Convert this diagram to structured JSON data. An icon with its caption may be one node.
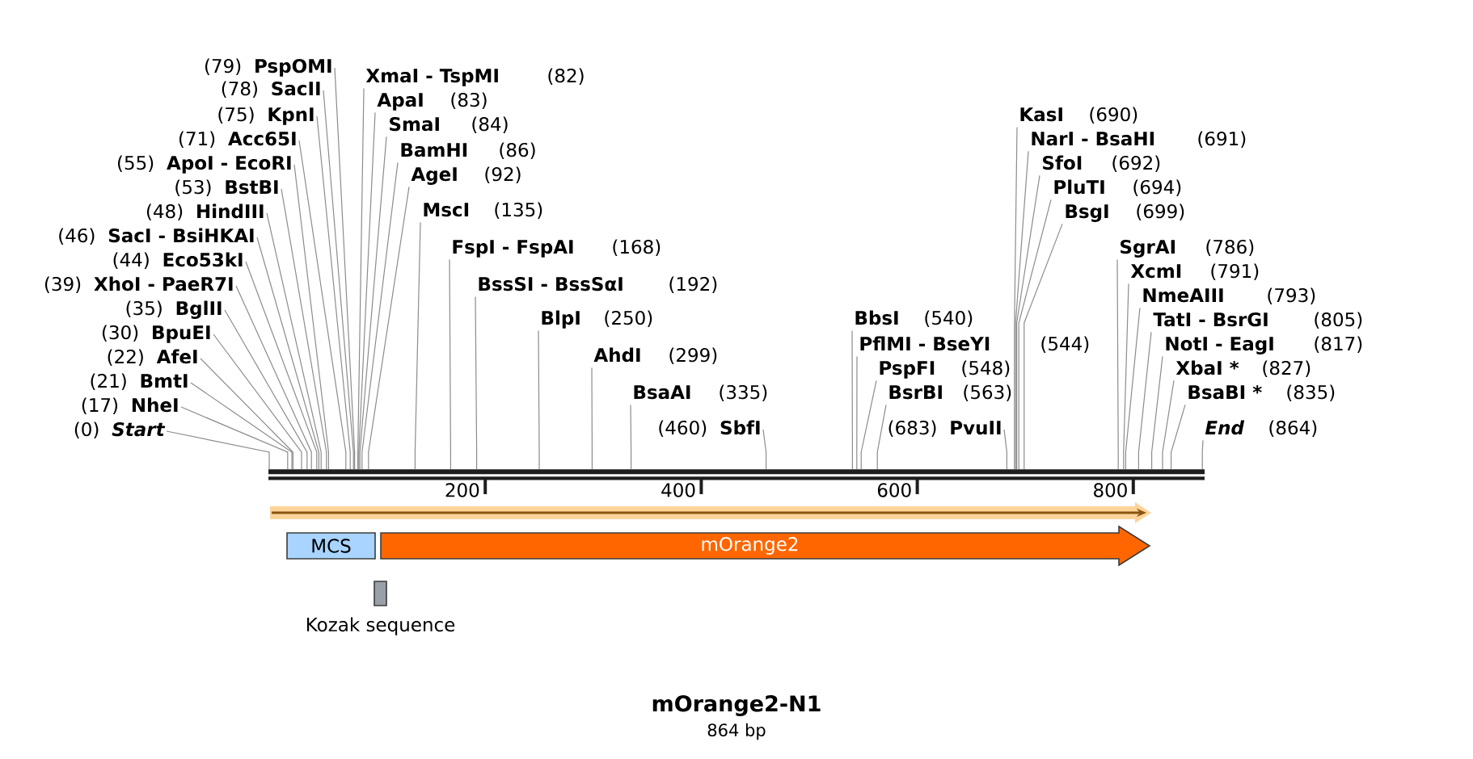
{
  "diagram": {
    "title": "mOrange2-N1",
    "caption": "864 bp",
    "nodes": [
      {
        "text": [
          "Start"
        ],
        "beside": [
          "(0)"
        ]
      },
      {
        "text": [
          "NheI"
        ],
        "beside": [
          "(17)"
        ]
      },
      {
        "text": [
          "BmtI"
        ],
        "beside": [
          "(21)"
        ]
      },
      {
        "text": [
          "AfeI"
        ],
        "beside": [
          "(22)"
        ]
      },
      {
        "text": [
          "BpuEI"
        ],
        "beside": [
          "(30)"
        ]
      },
      {
        "text": [
          "BglII"
        ],
        "beside": [
          "(35)"
        ]
      },
      {
        "text": [
          "XhoI - PaeR7I"
        ],
        "beside": [
          "(39)"
        ]
      },
      {
        "text": [
          "Eco53kI"
        ],
        "beside": [
          "(44)"
        ]
      },
      {
        "text": [
          "SacI - BsiHKAI"
        ],
        "beside": [
          "(46)"
        ]
      },
      {
        "text": [
          "HindIII"
        ],
        "beside": [
          "(48)"
        ]
      },
      {
        "text": [
          "BstBI"
        ],
        "beside": [
          "(53)"
        ]
      },
      {
        "text": [
          "ApoI - EcoRI"
        ],
        "beside": [
          "(55)"
        ]
      },
      {
        "text": [
          "Acc65I"
        ],
        "beside": [
          "(71)"
        ]
      },
      {
        "text": [
          "KpnI"
        ],
        "beside": [
          "(75)"
        ]
      },
      {
        "text": [
          "SacII"
        ],
        "beside": [
          "(78)"
        ]
      },
      {
        "text": [
          "PspOMI"
        ],
        "beside": [
          "(79)"
        ]
      },
      {
        "text": [
          "XmaI - TspMI"
        ],
        "beside": [
          "(82)"
        ]
      },
      {
        "text": [
          "ApaI"
        ],
        "beside": [
          "(83)"
        ]
      },
      {
        "text": [
          "SmaI"
        ],
        "beside": [
          "(84)"
        ]
      },
      {
        "text": [
          "BamHI"
        ],
        "beside": [
          "(86)"
        ]
      },
      {
        "text": [
          "AgeI"
        ],
        "beside": [
          "(92)"
        ]
      },
      {
        "text": [
          "MscI"
        ],
        "beside": [
          "(135)"
        ]
      },
      {
        "text": [
          "FspI - FspAI"
        ],
        "beside": [
          "(168)"
        ]
      },
      {
        "text": [
          "BssSI - BssSαI"
        ],
        "beside": [
          "(192)"
        ]
      },
      {
        "text": [
          "BlpI"
        ],
        "beside": [
          "(250)"
        ]
      },
      {
        "text": [
          "AhdI"
        ],
        "beside": [
          "(299)"
        ]
      },
      {
        "text": [
          "BsaAI"
        ],
        "beside": [
          "(335)"
        ]
      },
      {
        "text": [
          "SbfI"
        ],
        "beside": [
          "(460)"
        ]
      },
      {
        "text": [
          "BbsI"
        ],
        "beside": [
          "(540)"
        ]
      },
      {
        "text": [
          "PflMI - BseYI"
        ],
        "beside": [
          "(544)"
        ]
      },
      {
        "text": [
          "PspFI"
        ],
        "beside": [
          "(548)"
        ]
      },
      {
        "text": [
          "BsrBI"
        ],
        "beside": [
          "(563)"
        ]
      },
      {
        "text": [
          "PvuII"
        ],
        "beside": [
          "(683)"
        ]
      },
      {
        "text": [
          "KasI"
        ],
        "beside": [
          "(690)"
        ]
      },
      {
        "text": [
          "NarI - BsaHI"
        ],
        "beside": [
          "(691)"
        ]
      },
      {
        "text": [
          "SfoI"
        ],
        "beside": [
          "(692)"
        ]
      },
      {
        "text": [
          "PluTI"
        ],
        "beside": [
          "(694)"
        ]
      },
      {
        "text": [
          "BsgI"
        ],
        "beside": [
          "(699)"
        ]
      },
      {
        "text": [
          "SgrAI"
        ],
        "beside": [
          "(786)"
        ]
      },
      {
        "text": [
          "XcmI"
        ],
        "beside": [
          "(791)"
        ]
      },
      {
        "text": [
          "NmeAIII"
        ],
        "beside": [
          "(793)"
        ]
      },
      {
        "text": [
          "TatI - BsrGI"
        ],
        "beside": [
          "(805)"
        ]
      },
      {
        "text": [
          "NotI - EagI"
        ],
        "beside": [
          "(817)"
        ]
      },
      {
        "text": [
          "XbaI *"
        ],
        "beside": [
          "(827)"
        ]
      },
      {
        "text": [
          "BsaBI *"
        ],
        "beside": [
          "(835)"
        ]
      },
      {
        "text": [
          "End"
        ],
        "beside": [
          "(864)"
        ]
      },
      {
        "text": [],
        "shape": "bar"
      },
      {
        "text": [
          "MCS"
        ]
      },
      {
        "text": [
          "mOrange2"
        ]
      },
      {
        "text": [
          "Kozak sequence"
        ]
      }
    ],
    "edges": [
      {
        "from": 0,
        "to": 46,
        "arrow": "none"
      },
      {
        "from": 1,
        "to": 46,
        "arrow": "none"
      },
      {
        "from": 2,
        "to": 46,
        "arrow": "none"
      },
      {
        "from": 3,
        "to": 46,
        "arrow": "none"
      },
      {
        "from": 4,
        "to": 46,
        "arrow": "none"
      },
      {
        "from": 5,
        "to": 46,
        "arrow": "none"
      },
      {
        "from": 6,
        "to": 46,
        "arrow": "none"
      },
      {
        "from": 7,
        "to": 46,
        "arrow": "none"
      },
      {
        "from": 8,
        "to": 46,
        "arrow": "none"
      },
      {
        "from": 9,
        "to": 46,
        "arrow": "none"
      },
      {
        "from": 10,
        "to": 46,
        "arrow": "none"
      },
      {
        "from": 11,
        "to": 46,
        "arrow": "none"
      },
      {
        "from": 12,
        "to": 46,
        "arrow": "none"
      },
      {
        "from": 13,
        "to": 46,
        "arrow": "none"
      },
      {
        "from": 14,
        "to": 46,
        "arrow": "none"
      },
      {
        "from": 15,
        "to": 46,
        "arrow": "none"
      },
      {
        "from": 16,
        "to": 46,
        "arrow": "none"
      },
      {
        "from": 17,
        "to": 46,
        "arrow": "none"
      },
      {
        "from": 18,
        "to": 46,
        "arrow": "none"
      },
      {
        "from": 19,
        "to": 46,
        "arrow": "none"
      },
      {
        "from": 20,
        "to": 46,
        "arrow": "none"
      },
      {
        "from": 21,
        "to": 46,
        "arrow": "none"
      },
      {
        "from": 22,
        "to": 46,
        "arrow": "none"
      },
      {
        "from": 23,
        "to": 46,
        "arrow": "none"
      },
      {
        "from": 24,
        "to": 46,
        "arrow": "none"
      },
      {
        "from": 25,
        "to": 46,
        "arrow": "none"
      },
      {
        "from": 26,
        "to": 46,
        "arrow": "none"
      },
      {
        "from": 27,
        "to": 46,
        "arrow": "none"
      },
      {
        "from": 28,
        "to": 46,
        "arrow": "none"
      },
      {
        "from": 29,
        "to": 46,
        "arrow": "none"
      },
      {
        "from": 30,
        "to": 46,
        "arrow": "none"
      },
      {
        "from": 31,
        "to": 46,
        "arrow": "none"
      },
      {
        "from": 32,
        "to": 46,
        "arrow": "none"
      },
      {
        "from": 33,
        "to": 46,
        "arrow": "none"
      },
      {
        "from": 34,
        "to": 46,
        "arrow": "none"
      },
      {
        "from": 35,
        "to": 46,
        "arrow": "none"
      },
      {
        "from": 36,
        "to": 46,
        "arrow": "none"
      },
      {
        "from": 37,
        "to": 46,
        "arrow": "none"
      },
      {
        "from": 38,
        "to": 46,
        "arrow": "none"
      },
      {
        "from": 39,
        "to": 46,
        "arrow": "none"
      },
      {
        "from": 40,
        "to": 46,
        "arrow": "none"
      },
      {
        "from": 41,
        "to": 46,
        "arrow": "none"
      },
      {
        "from": 42,
        "to": 46,
        "arrow": "none"
      },
      {
        "from": 43,
        "to": 46,
        "arrow": "none"
      },
      {
        "from": 44,
        "to": 46,
        "arrow": "none"
      },
      {
        "from": 45,
        "to": 46,
        "arrow": "none"
      }
    ],
    "labels": [
      "200",
      "400",
      "600",
      "800"
    ]
  }
}
